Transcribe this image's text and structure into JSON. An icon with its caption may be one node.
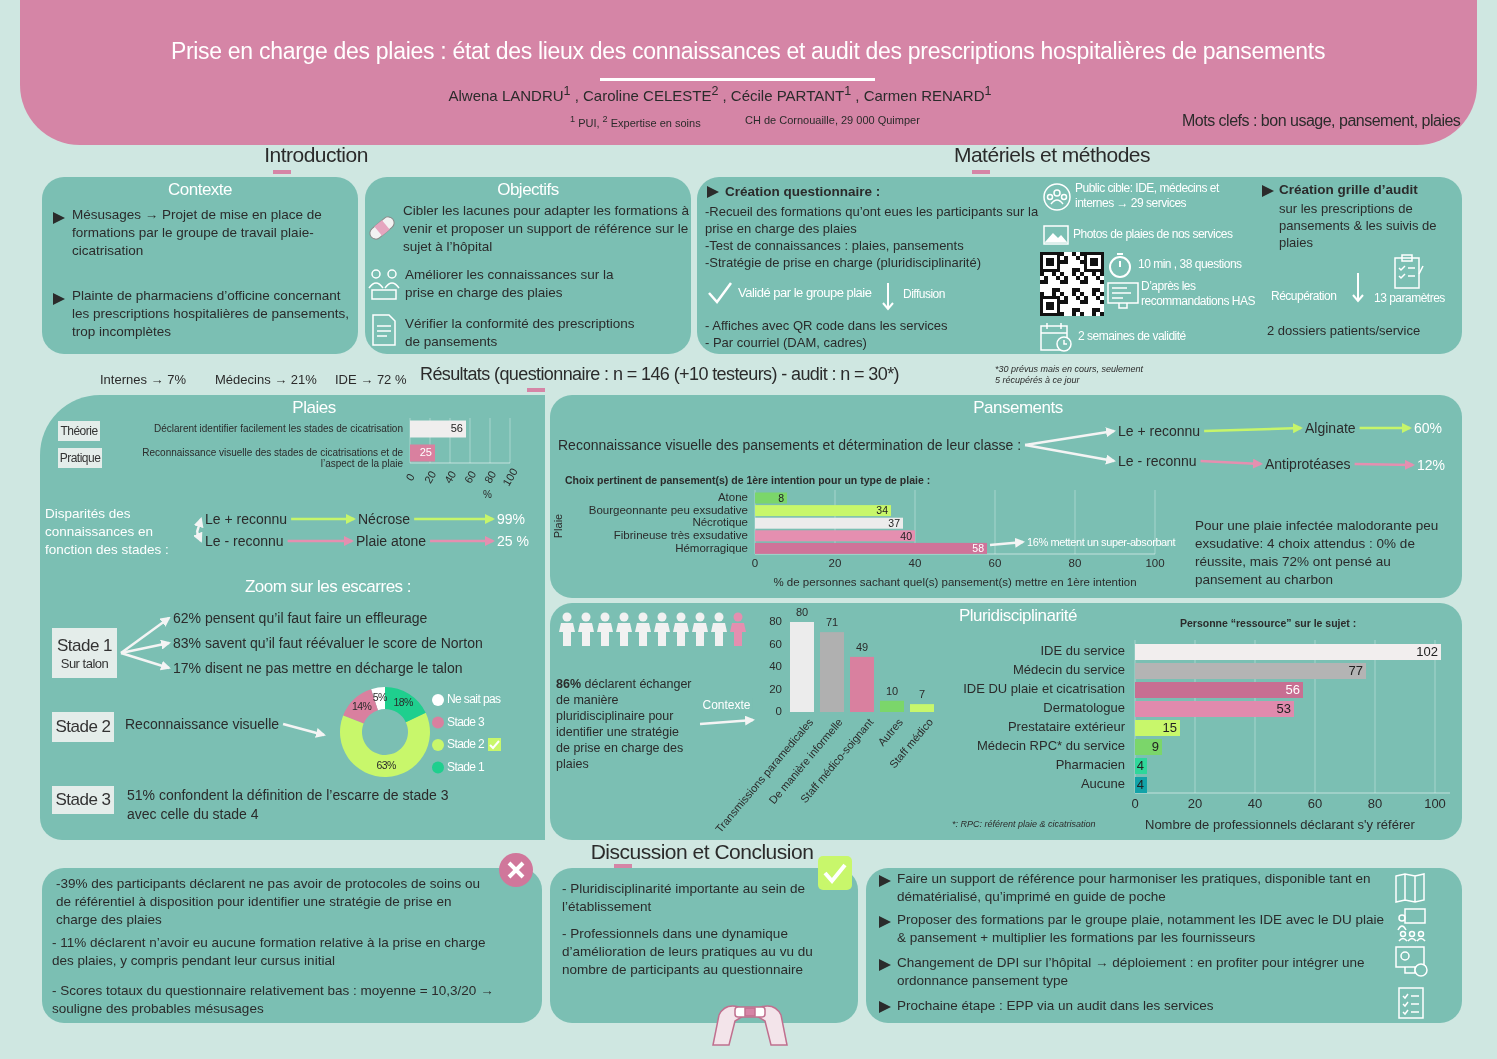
{
  "diagram": {
    "title": "Prise en charge des plaies : état des lieux des connaissances et audit des prescriptions hospitalières de pansements",
    "nodes": [
      {
        "text": [
          "Contexte",
          "Mésusages → Projet de mise en place de formations par le groupe de travail plaie-cicatrisation",
          "Plainte de pharmaciens d’officine concernant les prescriptions hospitalières de pansements, trop incomplètes"
        ]
      },
      {
        "text": [
          "Objectifs",
          "Cibler les lacunes pour adapter les formations à venir et proposer un support de référence sur le sujet à l’hôpital",
          "Améliorer les connaissances sur la prise en charge des plaies",
          "Vérifier la conformité des prescriptions de pansements"
        ]
      },
      {
        "text": [
          "Création questionnaire :",
          "-Recueil des formations qu’ont eues les participants sur la prise en charge des plaies",
          "-Test de connaissances : plaies, pansements",
          "-Stratégie de prise en charge (pluridisciplinarité)",
          "Validé par le groupe plaie",
          "Diffusion",
          "- Affiches avec QR code dans les services",
          "- Par courriel (DAM, cadres)",
          "Public cible: IDE, médecins et internes → 29 services",
          "Photos de plaies de nos services",
          "10 min , 38 questions",
          "D’après les recommandations HAS",
          "2 semaines de validité",
          "Création grille d’audit",
          "sur les prescriptions de pansements & les suivis de plaies",
          "Récupération",
          "13 paramètres",
          "2 dossiers patients/service"
        ]
      },
      {
        "text": [
          "Plaies",
          "Zoom sur les escarres :",
          "51% confondent la définition de l’escarre de stade 3 avec celle du stade 4"
        ]
      },
      {
        "text": [
          "Théorie"
        ],
        "in": 3
      },
      {
        "text": [
          "Pratique"
        ],
        "in": 3
      },
      {
        "text": [
          "Disparités des connaissances en fonction des stades :"
        ],
        "in": 3
      },
      {
        "text": [
          "Le + reconnu"
        ],
        "in": 3
      },
      {
        "text": [
          "Nécrose"
        ],
        "in": 3
      },
      {
        "text": [
          "99%"
        ],
        "in": 3
      },
      {
        "text": [
          "Le - reconnu"
        ],
        "in": 3
      },
      {
        "text": [
          "Plaie atone"
        ],
        "in": 3
      },
      {
        "text": [
          "25 %"
        ],
        "in": 3
      },
      {
        "text": [
          "Stade 1",
          "Sur talon"
        ],
        "in": 3
      },
      {
        "text": [
          "62% pensent qu’il faut faire un effleurage"
        ],
        "in": 3
      },
      {
        "text": [
          "83% savent qu’il faut réévaluer le score de Norton"
        ],
        "in": 3
      },
      {
        "text": [
          "17% disent ne pas mettre en décharge le talon"
        ],
        "in": 3
      },
      {
        "text": [
          "Stade 2"
        ],
        "in": 3
      },
      {
        "text": [
          "Reconnaissance visuelle"
        ],
        "in": 3
      },
      {
        "text": [
          "Stade 3"
        ],
        "in": 3
      },
      {
        "text": [
          "Pansements",
          "Pour une plaie infectée malodorante peu exsudative: 4 choix attendus : 0% de réussite, mais 72% ont pensé au pansement au charbon"
        ]
      },
      {
        "text": [
          "Reconnaissance visuelle des pansements et détermination de leur classe :"
        ],
        "in": 20
      },
      {
        "text": [
          "Le + reconnu"
        ],
        "in": 20
      },
      {
        "text": [
          "Alginate"
        ],
        "in": 20
      },
      {
        "text": [
          "60%"
        ],
        "in": 20
      },
      {
        "text": [
          "Le - reconnu"
        ],
        "in": 20
      },
      {
        "text": [
          "Antiprotéases"
        ],
        "in": 20
      },
      {
        "text": [
          "12%"
        ],
        "in": 20
      },
      {
        "text": [
          "16% mettent un super-absorbant"
        ],
        "in": 20
      },
      {
        "text": [
          "Pluridisciplinarité",
          "*: RPC: référent plaie & cicatrisation"
        ]
      },
      {
        "text": [
          "**86%** déclarent échanger de manière pluridisciplinaire pour identifier une stratégie de prise en charge des plaies"
        ],
        "in": 29
      },
      {
        "text": [
          "-39% des participants déclarent ne pas avoir de protocoles de soins ou de référentiel à disposition pour identifier une stratégie de prise en charge des plaies",
          "- 11% déclarent n’avoir eu aucune formation relative à la prise en charge des plaies, y compris pendant leur cursus initial",
          "- Scores totaux du questionnaire relativement bas : moyenne = 10,3/20 → souligne des probables mésusages"
        ]
      },
      {
        "text": [
          "- Pluridisciplinarité importante au sein de l’établissement",
          "- Professionnels dans une dynamique d’amélioration de leurs pratiques au vu du nombre de participants au questionnaire"
        ]
      },
      {
        "text": [
          "Faire un support de référence pour harmoniser les pratiques, disponible tant en dématérialisé, qu’imprimé en guide de poche",
          "Proposer des formations par le groupe plaie, notamment les IDE avec le DU plaie & pansement + multiplier les formations par les fournisseurs",
          "Changement de DPI sur l’hôpital → déploiement : en profiter pour intégrer une ordonnance pansement type",
          "Prochaine étape : EPP via un audit dans les services"
        ]
      },
      {
        "text": [],
        "shape": "picture",
        "in": 3
      },
      {
        "text": [],
        "shape": "picture",
        "in": 29
      }
    ],
    "edges": [
      {
        "from": 6,
        "to": 7,
        "arrow": "to"
      },
      {
        "from": 6,
        "to": 10,
        "arrow": "to"
      },
      {
        "from": 7,
        "to": 8,
        "arrow": "to",
        "color": "#c6f56a"
      },
      {
        "from": 8,
        "to": 9,
        "arrow": "to",
        "color": "#c6f56a"
      },
      {
        "from": 10,
        "to": 11,
        "arrow": "to",
        "color": "#e58fb0"
      },
      {
        "from": 11,
        "to": 12,
        "arrow": "to",
        "color": "#e58fb0"
      },
      {
        "from": 13,
        "to": 14,
        "arrow": "to"
      },
      {
        "from": 13,
        "to": 15,
        "arrow": "to"
      },
      {
        "from": 13,
        "to": 16,
        "arrow": "to"
      },
      {
        "from": 18,
        "to": 34,
        "arrow": "to"
      },
      {
        "from": 21,
        "to": 22,
        "arrow": "to"
      },
      {
        "from": 21,
        "to": 25,
        "arrow": "to"
      },
      {
        "from": 22,
        "to": 23,
        "arrow": "to",
        "color": "#c6f56a"
      },
      {
        "from": 23,
        "to": 24,
        "arrow": "to",
        "color": "#c6f56a"
      },
      {
        "from": 25,
        "to": 26,
        "arrow": "to",
        "color": "#e58fb0"
      },
      {
        "from": 26,
        "to": 27,
        "arrow": "to",
        "color": "#e58fb0"
      },
      {
        "from": null,
        "to": 28,
        "arrow": "to"
      },
      {
        "from": 30,
        "to": 35,
        "arrow": "to",
        "label": "Contexte"
      }
    ],
    "labels": [
      "Alwena LANDRU$^{1}$ , Caroline CELESTE$^{2}$ , Cécile PARTANT$^{1}$ , Carmen RENARD$^{1}$",
      "$^{1}$ PUI, $^{2}$ Expertise en soins",
      "CH de Cornouaille, 29 000 Quimper",
      "Mots clefs : bon usage, pansement, plaies",
      "Introduction",
      "Matériels et méthodes",
      "Internes → 7%",
      "Médecins → 21%",
      "IDE → 72 %",
      "Résultats (questionnaire : n = 146 (+10 testeurs) - audit : n = 30*)",
      "*30 prévus mais en cours, seulement 5 récupérés à ce jour",
      "Discussion et Conclusion"
    ],
    "chart_data": [
      {
        "type": "bar",
        "orientation": "horizontal",
        "categories": [
          "Déclarent identifier facilement les stades de cicatrisation",
          "Reconnaissance visuelle des stades de cicatrisations et de l’aspect de la plaie"
        ],
        "values": [
          56,
          25
        ],
        "xlabel": "%",
        "xlim": [
          0,
          100
        ],
        "xticks": [
          0,
          20,
          40,
          60,
          80,
          100
        ],
        "data_labels": true,
        "grid": true
      },
      {
        "type": "donut",
        "categories": [
          "Ne sait pas",
          "Stade 3",
          "Stade 2",
          "Stade 1"
        ],
        "values": [
          5,
          14,
          63,
          18
        ],
        "value_labels": [
          "5%",
          "14%",
          "63%",
          "18%"
        ],
        "legend": "right"
      },
      {
        "type": "bar",
        "orientation": "horizontal",
        "title": "Choix pertinent de pansement(s) de 1ère intention pour un type de plaie :",
        "xlabel": "% de personnes sachant quel(s) pansement(s) mettre en 1ère intention",
        "ylabel": "Plaie",
        "categories": [
          "Atone",
          "Bourgeonnante peu exsudative",
          "Nécrotique",
          "Fibrineuse très exsudative",
          "Hémorragique"
        ],
        "values": [
          8,
          34,
          37,
          40,
          58
        ],
        "xlim": [
          0,
          100
        ],
        "xticks": [
          0,
          20,
          40,
          60,
          80,
          100
        ],
        "data_labels": true,
        "grid": true
      },
      {
        "type": "bar",
        "orientation": "vertical",
        "categories": [
          "Transmissions paramedicales",
          "De manière informelle",
          "Staff médico-soignant",
          "Autres",
          "Staff médico"
        ],
        "values": [
          80,
          71,
          49,
          10,
          7
        ],
        "ylim": [
          0,
          80
        ],
        "yticks": [
          0,
          20,
          40,
          60,
          80
        ],
        "data_labels": true
      },
      {
        "type": "bar",
        "orientation": "horizontal",
        "title": "Personne “ressource” sur le sujet :",
        "xlabel": "Nombre de professionnels déclarant s'y référer",
        "categories": [
          "IDE du service",
          "Médecin du service",
          "IDE DU plaie et cicatrisation",
          "Dermatologue",
          "Prestataire extérieur",
          "Médecin RPC* du service",
          "Pharmacien",
          "Aucune"
        ],
        "values": [
          102,
          77,
          56,
          53,
          15,
          9,
          4,
          4
        ],
        "xlim": [
          0,
          105
        ],
        "xticks": [
          0,
          20,
          40,
          60,
          80,
          100
        ],
        "data_labels": true,
        "grid": true
      }
    ]
  }
}
